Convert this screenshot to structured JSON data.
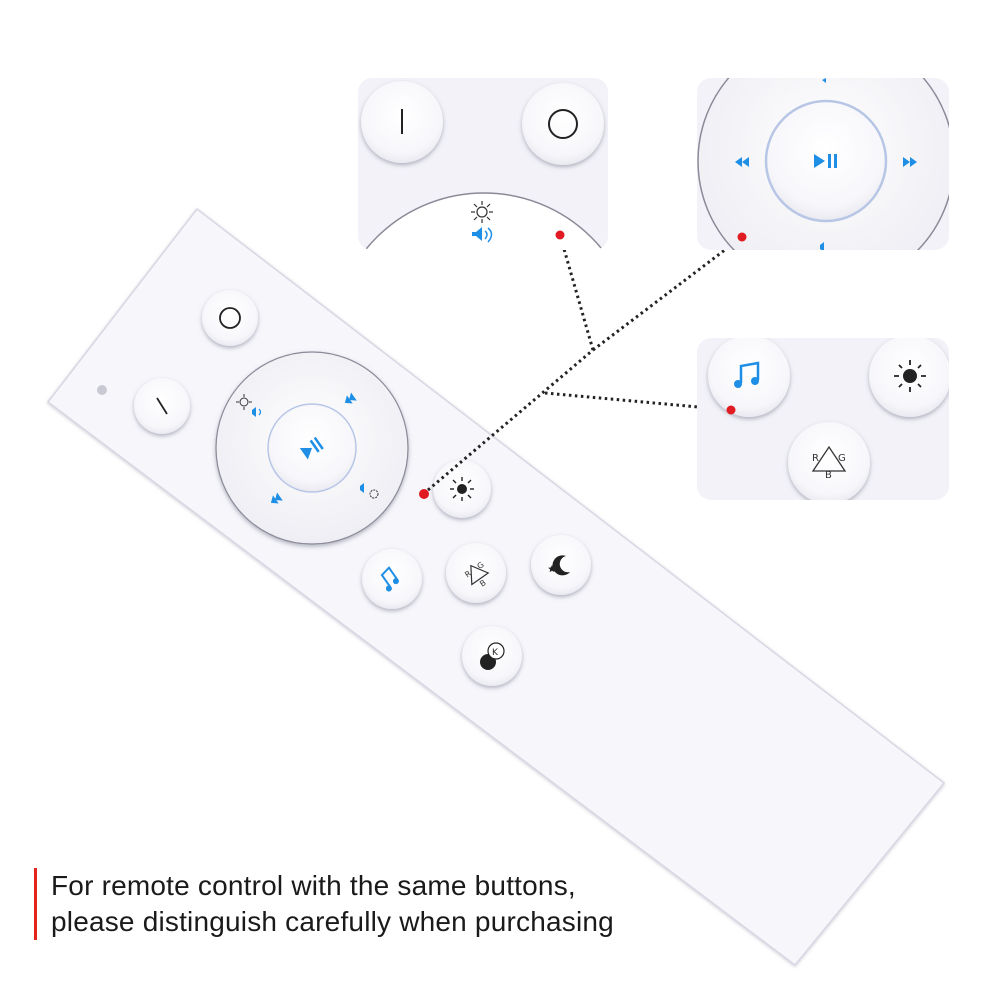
{
  "caption": {
    "line1": "For remote control with the same buttons,",
    "line2": "please distinguish carefully when purchasing"
  },
  "colors": {
    "remote_body": "#f5f5fb",
    "button_face": "#ffffff",
    "icon_blue": "#1f8fe6",
    "icon_dark": "#222222",
    "marker_red": "#e11b22",
    "accent_bar": "#e5231b"
  },
  "icons": {
    "remote": [
      "power-off-icon",
      "power-on-icon",
      "play-pause-icon",
      "previous-icon",
      "next-icon",
      "brightness-volume-up-icon",
      "brightness-volume-down-icon",
      "sun-icon",
      "music-note-icon",
      "rgb-cycle-icon",
      "night-mode-icon",
      "color-temperature-icon"
    ],
    "rgb_letters": [
      "R",
      "G",
      "B"
    ],
    "temperature_letter": "K"
  }
}
